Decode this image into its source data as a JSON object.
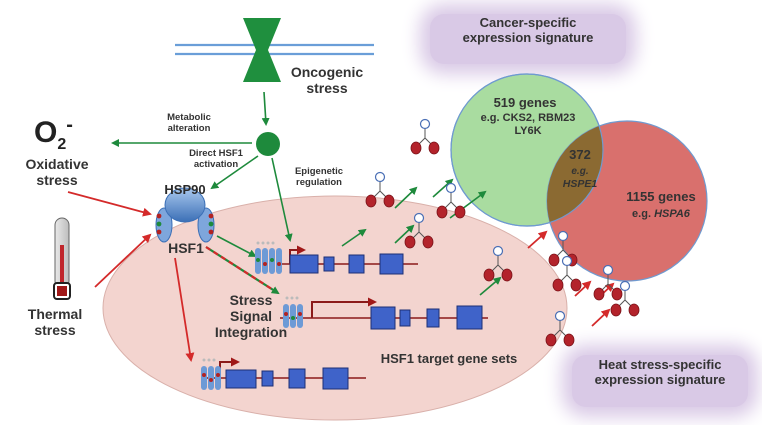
{
  "labels": {
    "oncogenic_stress": "Oncogenic\nstress",
    "metabolic_alteration": "Metabolic\nalteration",
    "direct_hsf1_activation": "Direct HSF1\nactivation",
    "epigenetic_regulation": "Epigenetic\nregulation",
    "o2_symbol": "O",
    "o2_subscript": "2",
    "o2_superscript": "-",
    "oxidative_stress": "Oxidative\nstress",
    "thermal_stress": "Thermal\nstress",
    "hsp90": "HSP90",
    "hsf1": "HSF1",
    "stress_signal_integration": "Stress\nSignal\nIntegration",
    "hsf1_target_gene_sets": "HSF1 target gene sets",
    "cancer_signature": "Cancer-specific\nexpression signature",
    "heat_signature": "Heat stress-specific\nexpression signature",
    "cancer_genes_count": "519 genes",
    "cancer_genes_examples": "e.g. CKS2, RBM23\nLY6K",
    "overlap_count": "372",
    "overlap_eg": "e.g.",
    "overlap_gene": "HSPE1",
    "heat_genes_count": "1155 genes",
    "heat_genes_eg": "e.g. ",
    "heat_genes_gene": "HSPA6"
  },
  "colors": {
    "green_arrow": "#1e8a3c",
    "red_arrow": "#d42a2a",
    "cell_fill": "#f3d4cf",
    "cancer_circle": "#a9dca0",
    "heat_circle": "#d9706d",
    "overlap": "#8b6a32",
    "signature_box": "#d9c9e6",
    "exon": "#3f63c9",
    "membrane": "#6a9ed8",
    "hsp90": "#4c80c4"
  }
}
